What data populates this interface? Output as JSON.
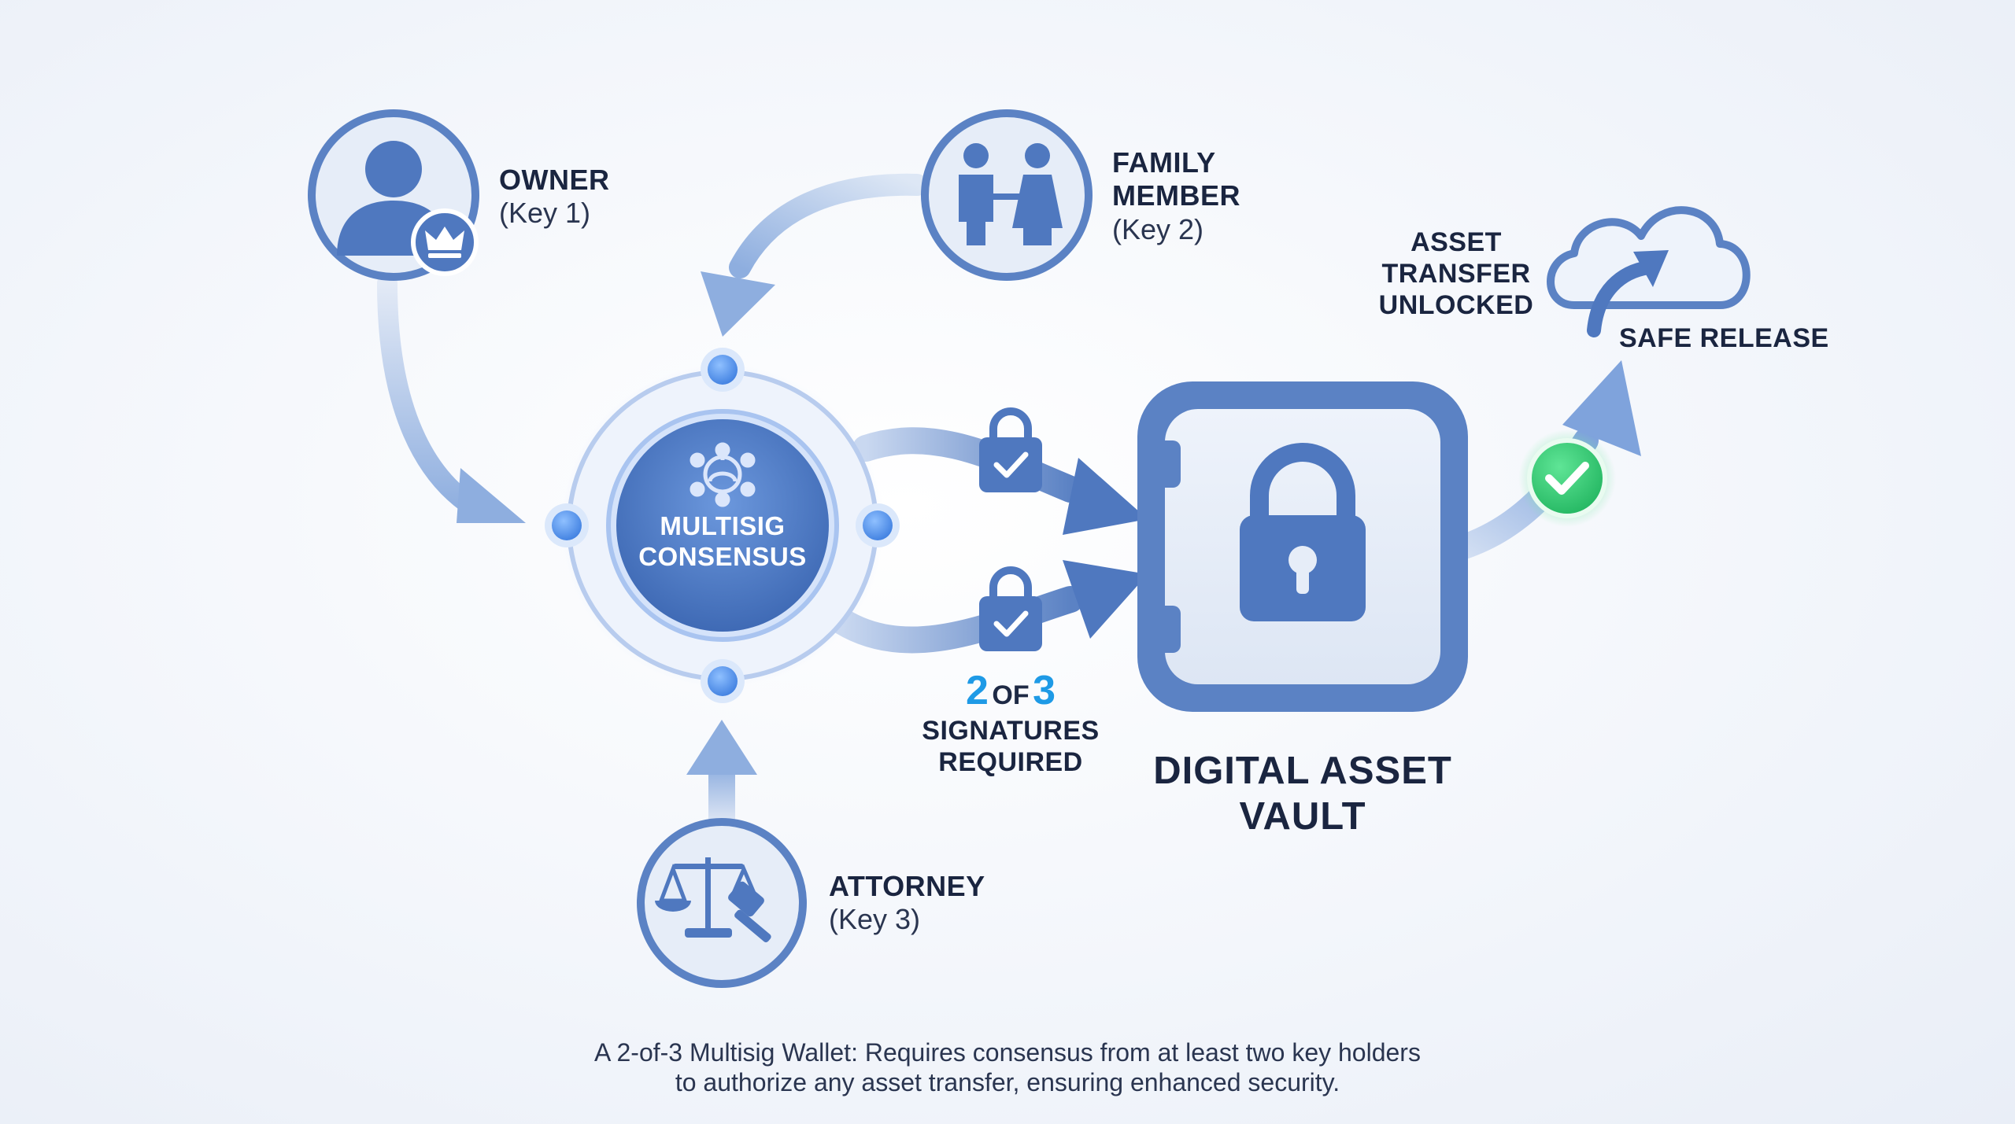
{
  "colors": {
    "primary": "#5b82c4",
    "primary_dark": "#3f6ab5",
    "light_fill": "#e6edf8",
    "accent_number": "#1e9ae6",
    "success": "#2fca6f"
  },
  "owner": {
    "name": "OWNER",
    "key": "(Key 1)",
    "icon": "person-crown-icon"
  },
  "family": {
    "name_line1": "FAMILY",
    "name_line2": "MEMBER",
    "key": "(Key 2)",
    "icon": "family-icon"
  },
  "attorney": {
    "name": "ATTORNEY",
    "key": "(Key 3)",
    "icon": "scales-gavel-icon"
  },
  "hub": {
    "line1": "MULTISIG",
    "line2": "CONSENSUS",
    "icon": "network-icon"
  },
  "signatures": {
    "num1": "2",
    "of": "OF",
    "num2": "3",
    "line1": "SIGNATURES",
    "line2": "REQUIRED"
  },
  "vault": {
    "line1": "DIGITAL ASSET",
    "line2": "VAULT",
    "icon": "padlock-icon"
  },
  "unlock": {
    "line1": "ASSET",
    "line2": "TRANSFER",
    "line3": "UNLOCKED"
  },
  "release": {
    "label": "SAFE RELEASE",
    "icon": "cloud-upload-icon"
  },
  "caption": {
    "line1": "A 2-of-3 Multisig Wallet: Requires consensus from at least two key holders",
    "line2": "to authorize any asset transfer, ensuring enhanced security."
  }
}
